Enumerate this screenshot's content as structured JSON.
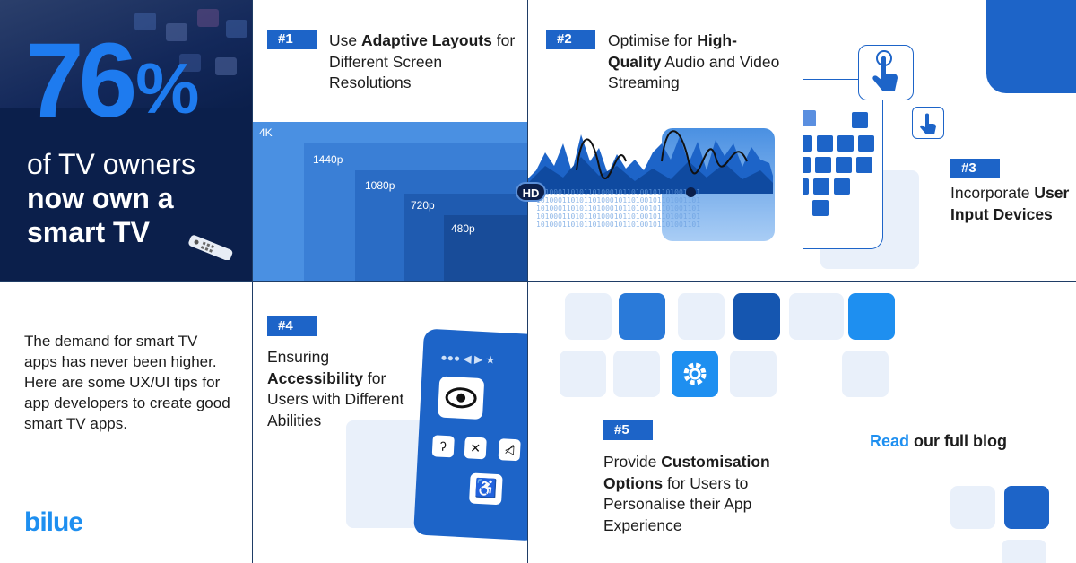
{
  "colors": {
    "brand_blue": "#1d64c8",
    "light_blue": "#4a90e2",
    "navy": "#0b1f4b",
    "pale": "#e9f0fa"
  },
  "hero": {
    "percent_number": "76",
    "percent_sign": "%",
    "line1": "of TV owners",
    "line2": "now own a",
    "line3": "smart TV"
  },
  "intro_text": "The demand for smart TV apps has never been higher. Here are some UX/UI tips for app developers to create good smart TV apps.",
  "logo_text": "bilue",
  "tips": [
    {
      "badge": "#1",
      "pre": "Use ",
      "bold": "Adaptive Layouts",
      "post": " for Different Screen Resolutions"
    },
    {
      "badge": "#2",
      "pre": "Optimise for ",
      "bold": "High-Quality",
      "post": " Audio and Video Streaming"
    },
    {
      "badge": "#3",
      "pre": "Incorporate ",
      "bold": "User Input Devices",
      "post": ""
    },
    {
      "badge": "#4",
      "pre": "Ensuring ",
      "bold": "Accessibility",
      "post": " for Users with Different Abilities"
    },
    {
      "badge": "#5",
      "pre": "Provide ",
      "bold": "Customisation Options",
      "post": " for Users to Personalise their App Experience"
    }
  ],
  "resolutions": [
    "4K",
    "1440p",
    "1080p",
    "720p",
    "480p"
  ],
  "hd_label": "HD",
  "binary_text": "10100011010110100010110100101101001101",
  "cta": {
    "bold": "Read",
    "rest": " our full blog"
  },
  "icons": [
    "tv-remote-icon",
    "eye-icon",
    "hearing-icon",
    "no-motion-icon",
    "mute-icon",
    "wheelchair-icon",
    "gear-icon",
    "pointer-hand-icon"
  ]
}
